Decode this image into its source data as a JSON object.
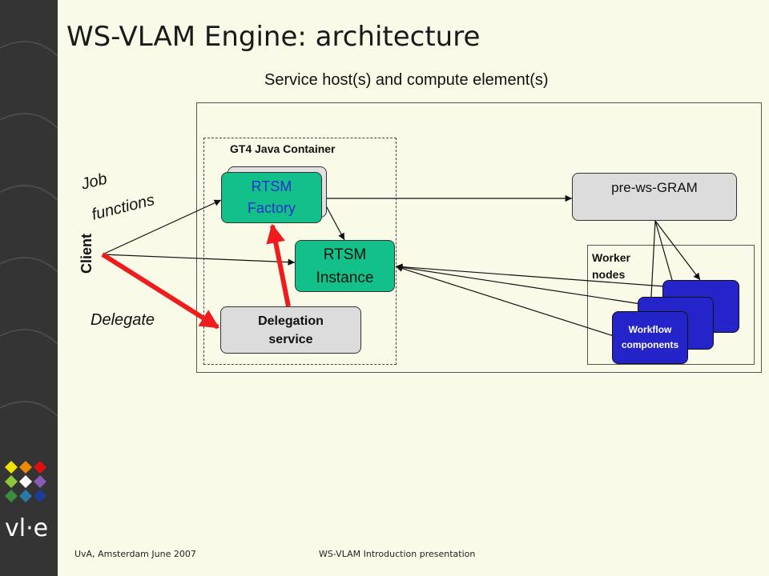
{
  "title": "WS-VLAM Engine: architecture",
  "subtitle": "Service host(s) and compute element(s)",
  "container_label": "GT4 Java Container",
  "nodes": {
    "rtsm_factory": "RTSM\nFactory",
    "rtsm_instance": "RTSM\nInstance",
    "delegation_service": "Delegation\nservice",
    "pre_ws_gram": "pre-ws-GRAM",
    "worker_nodes": "Worker\nnodes",
    "workflow_components": "Workflow\ncomponents"
  },
  "client_label": "Client",
  "edge_labels": {
    "job": "Job",
    "functions": "functions",
    "delegate": "Delegate"
  },
  "footer": {
    "left": "UvA, Amsterdam June 2007",
    "center": "WS-VLAM Introduction presentation"
  },
  "logo": {
    "text": "vl·e",
    "colors": [
      "#f2e200",
      "#f08a00",
      "#e01010",
      "#8cc83c",
      "#ffffff",
      "#8a5ab4",
      "#3c8c3c",
      "#2a7aa8",
      "#1a3c9a"
    ]
  },
  "colors": {
    "background": "#fafae8",
    "sidebar": "#343434",
    "teal_node": "#14c08a",
    "grey_node": "#dcdcdc",
    "blue_node": "#2424c8",
    "red_arrow": "#ee1c1c"
  }
}
